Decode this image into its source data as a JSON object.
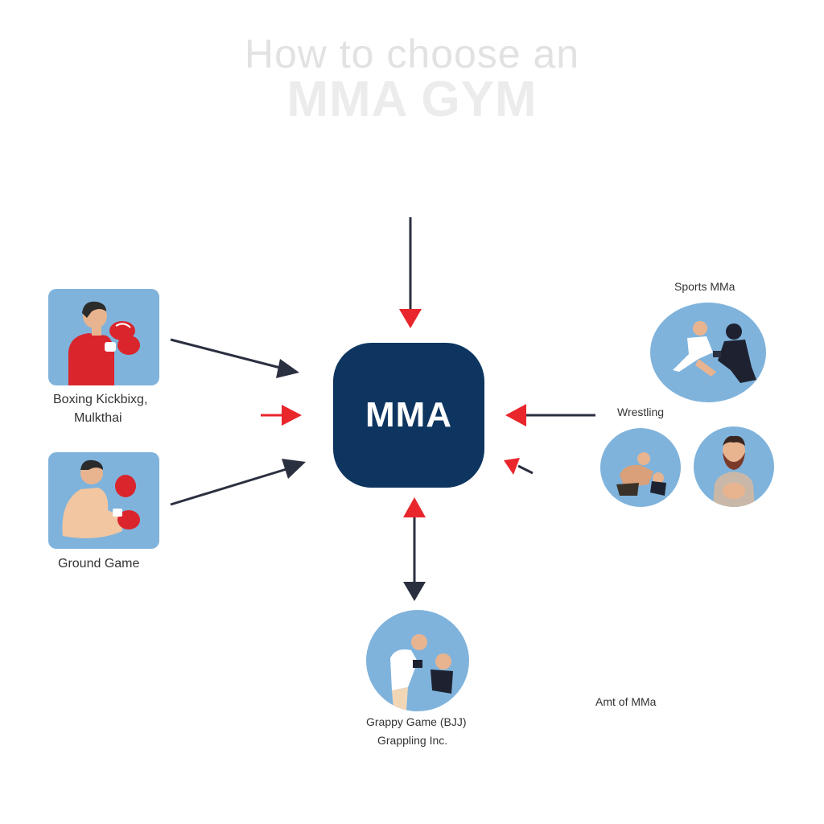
{
  "title": {
    "line1": "How to choose an",
    "line2": "MMA GYM"
  },
  "hub": {
    "label": "MMA"
  },
  "nodes": {
    "striking": {
      "label_line1": "Boxing Kickbixg,",
      "label_line2": "Mulkthai",
      "icon": "boxer-red-gloves-icon"
    },
    "ground": {
      "label": "Ground Game",
      "icon": "seated-boxer-icon"
    },
    "sports_mma": {
      "label": "Sports MMa",
      "icon": "sparring-fighters-icon"
    },
    "wrestling": {
      "label": "Wrestling",
      "icon": "wrestlers-icon"
    },
    "art_of_mma": {
      "label": "Amt of MMa",
      "icon": "bearded-fighter-icon"
    },
    "grappling": {
      "label_line1": "Grappy Game (BJJ)",
      "label_line2": "Grappling Inc.",
      "icon": "grappling-fighters-icon"
    }
  },
  "colors": {
    "hub": "#0d3560",
    "tile": "#7fb3dc",
    "arrow_dark": "#2b3040",
    "arrow_red": "#e8262c"
  }
}
